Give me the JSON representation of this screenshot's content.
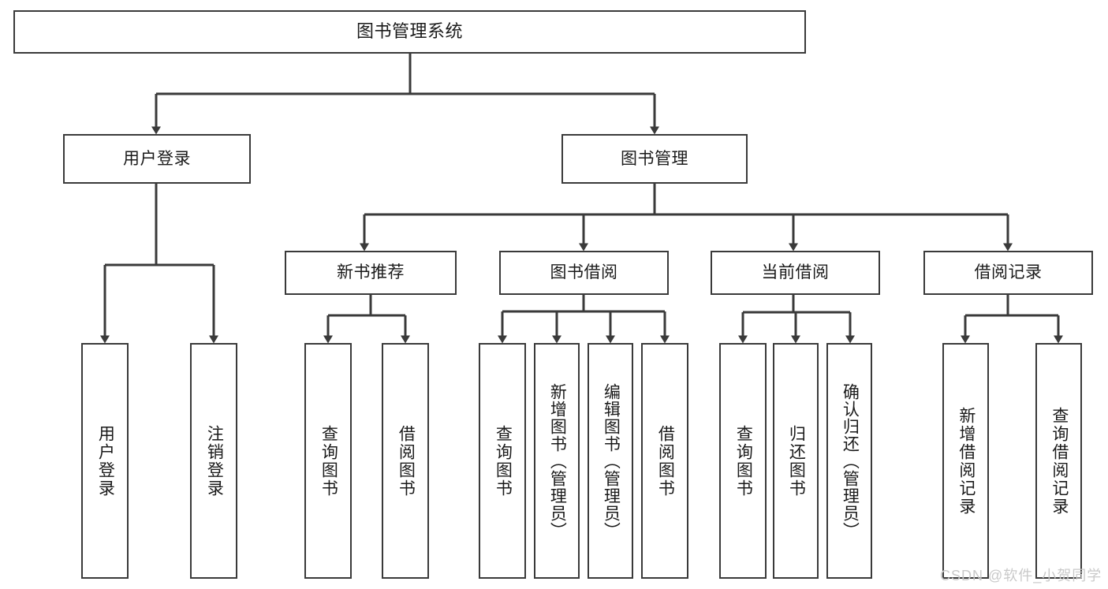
{
  "diagram": {
    "type": "tree-hierarchy",
    "title": "图书管理系统",
    "orientation": "top-down",
    "colors": {
      "box_border": "#3a3a3a",
      "box_fill": "#ffffff",
      "connector": "#3a3a3a",
      "text": "#1a1a1a",
      "watermark": "#c9c9c9",
      "background": "#ffffff"
    },
    "nodes": {
      "root": {
        "label": "图书管理系统"
      },
      "level1": [
        {
          "id": "user-login",
          "label": "用户登录"
        },
        {
          "id": "book-manage",
          "label": "图书管理"
        }
      ],
      "level2": [
        {
          "id": "new-book-recommend",
          "label": "新书推荐"
        },
        {
          "id": "book-borrow",
          "label": "图书借阅"
        },
        {
          "id": "current-borrow",
          "label": "当前借阅"
        },
        {
          "id": "borrow-record",
          "label": "借阅记录"
        }
      ],
      "leaves": {
        "user_login": [
          {
            "id": "leaf-user-login",
            "label": "用户登录"
          },
          {
            "id": "leaf-logout-login",
            "label": "注销登录"
          }
        ],
        "new_book_recommend": [
          {
            "id": "leaf-query-book-1",
            "label": "查询图书"
          },
          {
            "id": "leaf-borrow-book-1",
            "label": "借阅图书"
          }
        ],
        "book_borrow": [
          {
            "id": "leaf-query-book-2",
            "label": "查询图书"
          },
          {
            "id": "leaf-add-book-admin",
            "label": "新增图书（管理员）"
          },
          {
            "id": "leaf-edit-book-admin",
            "label": "编辑图书（管理员）"
          },
          {
            "id": "leaf-borrow-book-2",
            "label": "借阅图书"
          }
        ],
        "current_borrow": [
          {
            "id": "leaf-query-book-3",
            "label": "查询图书"
          },
          {
            "id": "leaf-return-book",
            "label": "归还图书"
          },
          {
            "id": "leaf-confirm-return-admin",
            "label": "确认归还（管理员）"
          }
        ],
        "borrow_record": [
          {
            "id": "leaf-add-borrow-record",
            "label": "新增借阅记录"
          },
          {
            "id": "leaf-query-borrow-record",
            "label": "查询借阅记录"
          }
        ]
      }
    },
    "watermark": "CSDN @软件_小贺同学"
  }
}
